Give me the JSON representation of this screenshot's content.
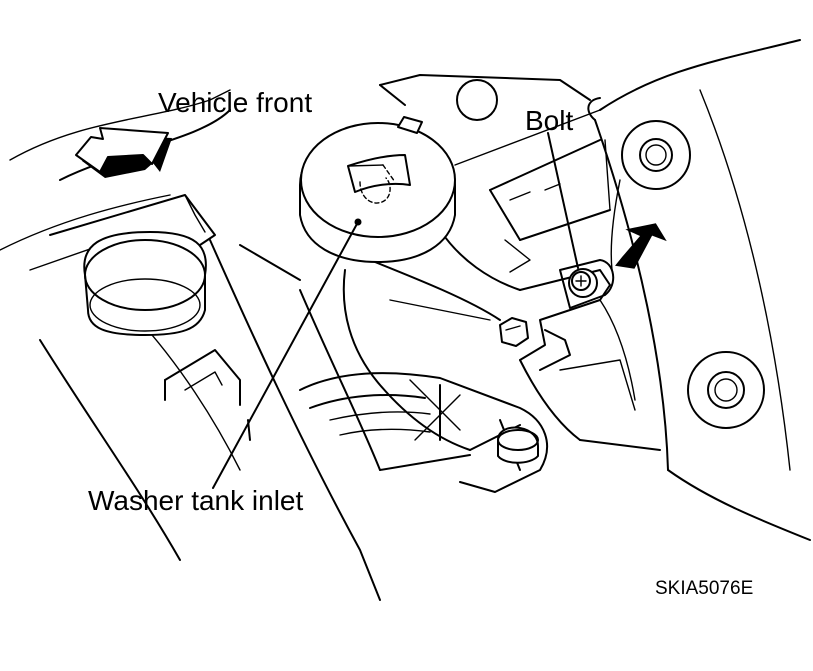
{
  "labels": {
    "vehicle_front": "Vehicle front",
    "bolt": "Bolt",
    "washer_tank_inlet": "Washer tank inlet"
  },
  "figure_code": "SKIA5076E"
}
